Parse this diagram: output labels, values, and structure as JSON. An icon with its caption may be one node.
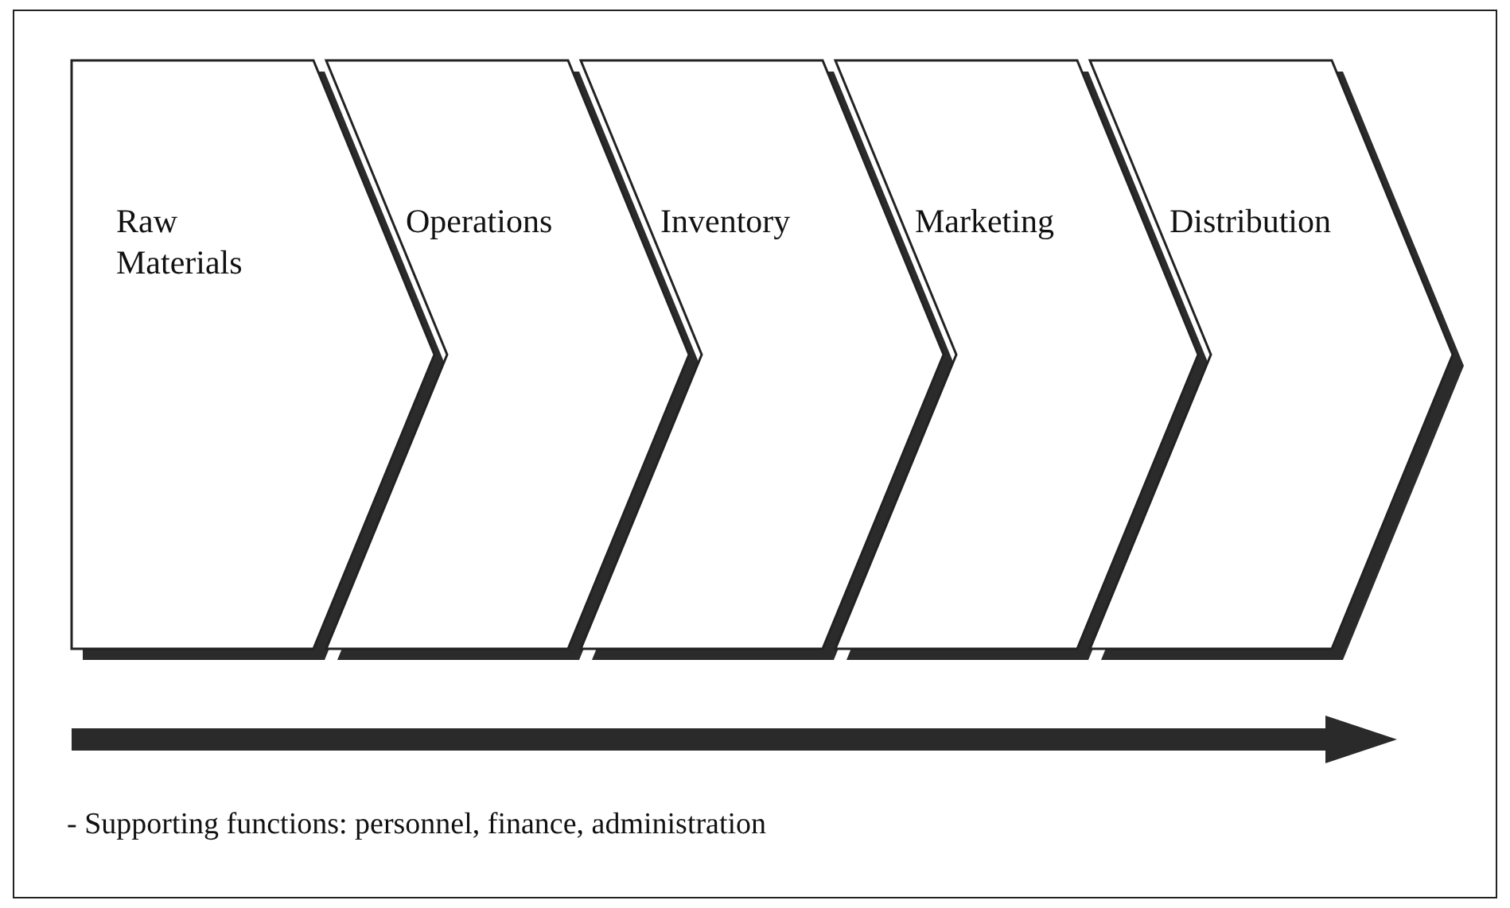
{
  "diagram": {
    "nodes": [
      {
        "text": [
          "Raw Materials"
        ]
      },
      {
        "text": [
          "Operations"
        ]
      },
      {
        "text": [
          "Inventory"
        ]
      },
      {
        "text": [
          "Marketing"
        ]
      },
      {
        "text": [
          "Distribution"
        ]
      }
    ],
    "labels": [
      "- Supporting functions: personnel, finance, administration"
    ]
  }
}
